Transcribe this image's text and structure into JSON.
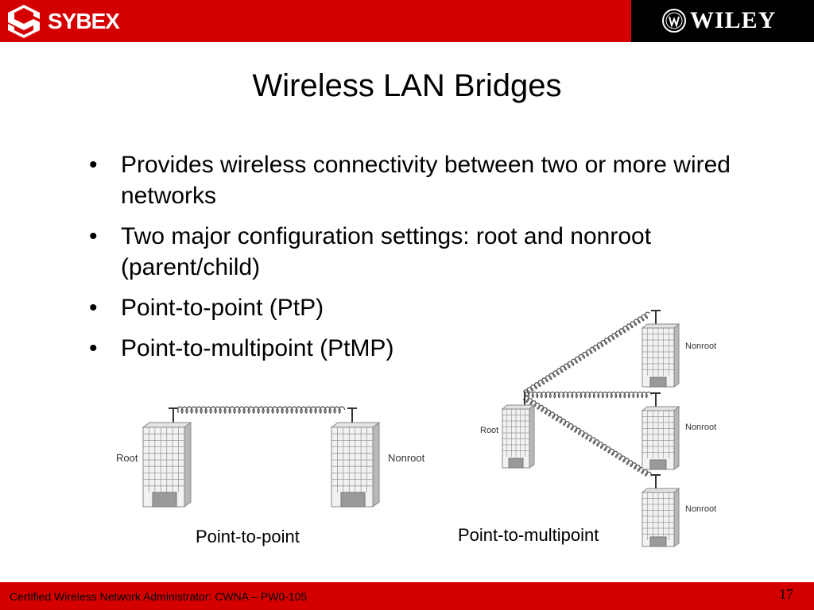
{
  "header": {
    "left_logo": {
      "icon": "sybex-logo-icon",
      "text": "SYBEX"
    },
    "right_logo": {
      "icon": "wiley-seal-icon",
      "text": "WILEY"
    },
    "colors": {
      "bar": "#d40000",
      "logo_box": "#000000"
    }
  },
  "slide": {
    "title": "Wireless LAN Bridges",
    "bullets": [
      "Provides wireless connectivity between two or more wired networks",
      "Two major configuration settings: root and nonroot (parent/child)",
      "Point-to-point (PtP)",
      "Point-to-multipoint (PtMP)"
    ],
    "bullet_glyph": "•"
  },
  "figures": {
    "ptp": {
      "caption": "Point-to-point",
      "root_label": "Root",
      "nonroot_label": "Nonroot"
    },
    "ptmp": {
      "caption": "Point-to-multipoint",
      "root_label": "Root",
      "nonroot_labels": [
        "Nonroot",
        "Nonroot",
        "Nonroot"
      ]
    }
  },
  "footer": {
    "text": "Certified Wireless Network Administrator: CWNA – PW0-105",
    "page": "17"
  }
}
